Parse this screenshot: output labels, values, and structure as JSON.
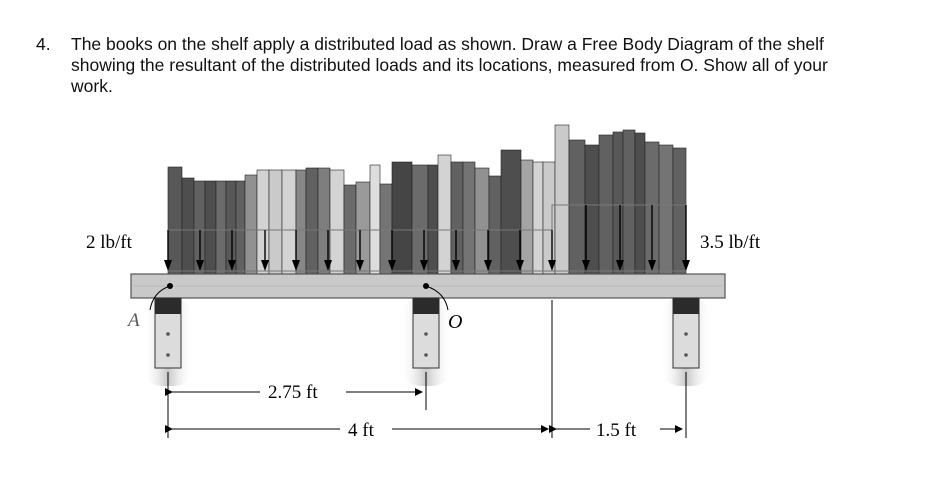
{
  "problem": {
    "number": "4.",
    "text": "The books on the shelf apply a distributed load as shown. Draw a Free Body Diagram of the shelf showing the resultant of the distributed loads and its locations, measured from O. Show all of your work."
  },
  "figure": {
    "load_left": "2 lb/ft",
    "load_right": "3.5 lb/ft",
    "support_a": "A",
    "support_o": "O",
    "dim_1": "2.75 ft",
    "dim_2": "4 ft",
    "dim_3": "1.5 ft",
    "colors": {
      "shelf": "#c9c9c9",
      "book_dark": "#3a3a3a",
      "book_light": "#e6e6e6",
      "bracket_glow": "#b5b5b5"
    }
  }
}
